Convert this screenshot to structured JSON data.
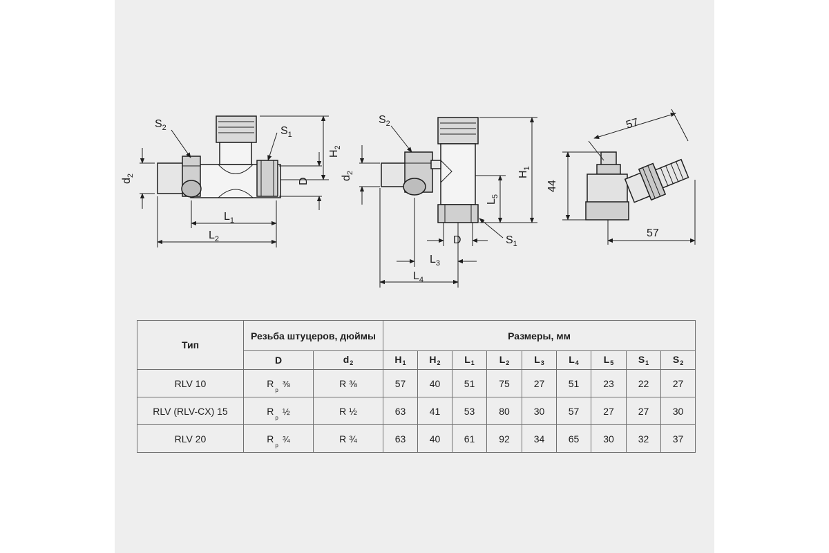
{
  "drawing_labels": {
    "s1": "S",
    "s2": "S",
    "d": "D",
    "d2": "d",
    "h1": "H",
    "h2": "H",
    "l1": "L",
    "l2": "L",
    "l3": "L",
    "l4": "L",
    "l5": "L",
    "sub1": "1",
    "sub2": "2",
    "sub3": "3",
    "sub4": "4",
    "sub5": "5",
    "dim57": "57",
    "dim44": "44"
  },
  "table": {
    "col_type": "Тип",
    "col_thread": "Резьба штуцеров, дюймы",
    "col_dims": "Размеры, мм",
    "sub_thread": [
      {
        "main": "D",
        "sub": ""
      },
      {
        "main": "d",
        "sub": "2"
      }
    ],
    "sub_dims": [
      {
        "main": "H",
        "sub": "1"
      },
      {
        "main": "H",
        "sub": "2"
      },
      {
        "main": "L",
        "sub": "1"
      },
      {
        "main": "L",
        "sub": "2"
      },
      {
        "main": "L",
        "sub": "3"
      },
      {
        "main": "L",
        "sub": "4"
      },
      {
        "main": "L",
        "sub": "5"
      },
      {
        "main": "S",
        "sub": "1"
      },
      {
        "main": "S",
        "sub": "2"
      }
    ],
    "rows": [
      {
        "type": "RLV 10",
        "d_main": "R",
        "d_sub": "p",
        "d_frac": "⅜",
        "d2": "R ⅜",
        "values": [
          "57",
          "40",
          "51",
          "75",
          "27",
          "51",
          "23",
          "22",
          "27"
        ]
      },
      {
        "type": "RLV (RLV-CX) 15",
        "d_main": "R",
        "d_sub": "p",
        "d_frac": "½",
        "d2": "R ½",
        "values": [
          "63",
          "41",
          "53",
          "80",
          "30",
          "57",
          "27",
          "27",
          "30"
        ]
      },
      {
        "type": "RLV 20",
        "d_main": "R",
        "d_sub": "p",
        "d_frac": "¾",
        "d2": "R ¾",
        "values": [
          "63",
          "40",
          "61",
          "92",
          "34",
          "65",
          "30",
          "32",
          "37"
        ]
      }
    ]
  }
}
